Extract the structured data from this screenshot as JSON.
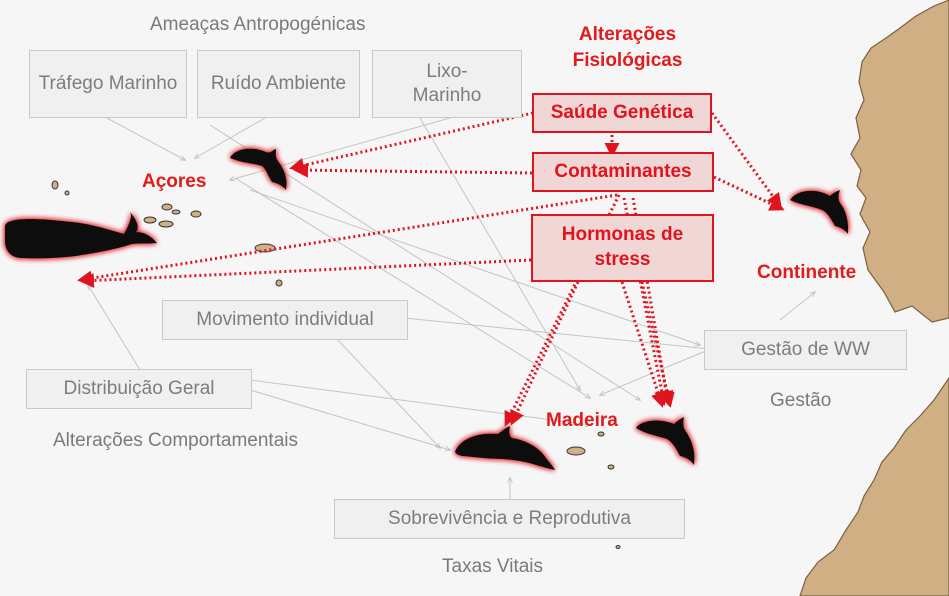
{
  "categories": {
    "anthropogenic": "Ameaças Antropogénicas",
    "physiological": "Alterações Fisiológicas",
    "behavioral": "Alterações Comportamentais",
    "vital_rates": "Taxas Vitais",
    "management": "Gestão"
  },
  "threats": {
    "traffic": "Tráfego Marinho",
    "noise": "Ruído Ambiente",
    "litter": "Lixo-Marinho"
  },
  "physiology": {
    "genetic_health": "Saúde Genética",
    "contaminants": "Contaminantes",
    "stress_hormones": "Hormonas de stress"
  },
  "behavior": {
    "individual_movement": "Movimento individual",
    "general_distribution": "Distribuição Geral"
  },
  "vital": {
    "survival_reproduction": "Sobrevivência e Reprodutiva"
  },
  "management_item": {
    "ww_management": "Gestão de WW"
  },
  "regions": {
    "azores": "Açores",
    "madeira": "Madeira",
    "mainland": "Continente"
  },
  "colors": {
    "accent_red": "#e0141e",
    "box_grey": "#f0f0f0",
    "land": "#d1af85",
    "sea": "#f6f6f7"
  }
}
